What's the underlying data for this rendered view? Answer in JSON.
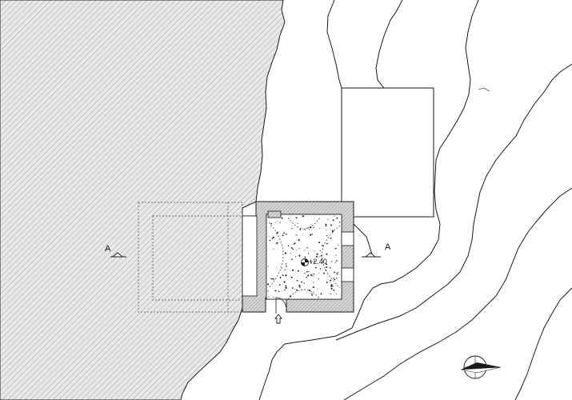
{
  "drawing": {
    "section_marker_left": "A",
    "section_marker_right": "A",
    "elevation_label": "+2.40"
  },
  "icons": {
    "north_arrow": "north-arrow-icon",
    "entrance_arrow": "entrance-arrow-icon",
    "level_marker": "level-marker-icon"
  },
  "colors": {
    "line": "#1a1a1a",
    "hatch": "#8c8c8c",
    "rock_fill": "#e9e9e9",
    "wall_fill": "#d0d0d0"
  }
}
